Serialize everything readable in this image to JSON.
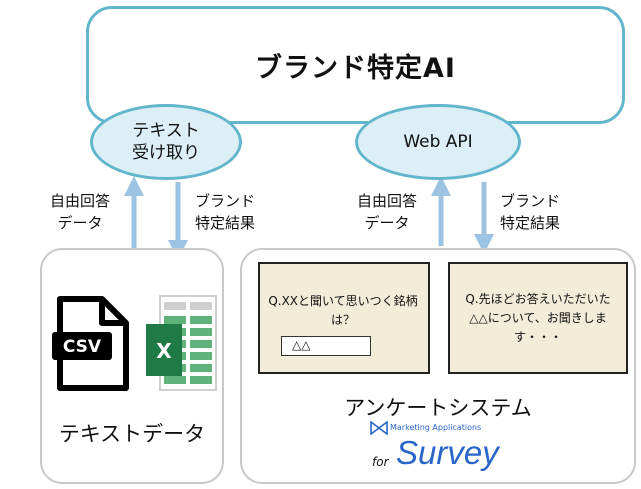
{
  "brand_ai": {
    "title": "ブランド特定AI"
  },
  "text_receiver": {
    "label": "テキスト\n受け取り"
  },
  "web_api": {
    "label": "Web API"
  },
  "left_flow": {
    "up_label": "自由回答\nデータ",
    "down_label": "ブランド\n特定結果"
  },
  "right_flow": {
    "up_label": "自由回答\nデータ",
    "down_label": "ブランド\n特定結果"
  },
  "text_data": {
    "csv_label": "CSV",
    "excel_label": "X",
    "caption": "テキストデータ"
  },
  "survey": {
    "screen1": {
      "question": "Q.XXと聞いて思いつく銘柄は？",
      "answer": "△△"
    },
    "screen2": {
      "text": "Q.先ほどお答えいただいた△△について、お聞きします・・・"
    },
    "caption": "アンケートシステム",
    "logo_small": "Marketing Applications",
    "logo_for": "for",
    "logo_main": "Survey"
  },
  "colors": {
    "accent": "#62b6cc",
    "ellipse_fill": "#dceef6",
    "arrow": "#9cc3e2",
    "screen_bg": "#f2ecd9",
    "logo_blue": "#2a66c9"
  }
}
